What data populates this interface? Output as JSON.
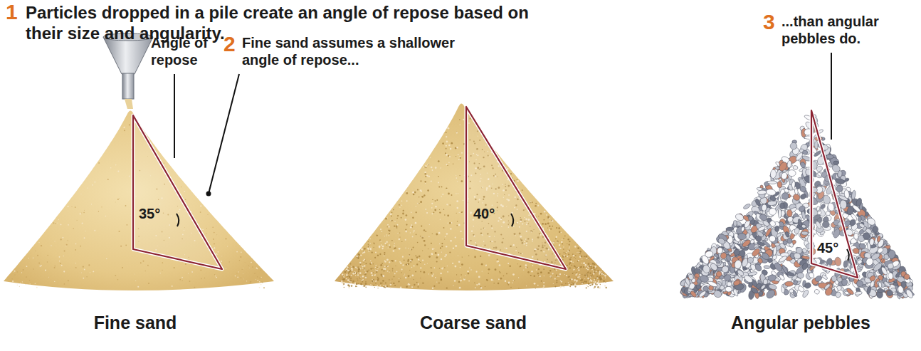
{
  "diagram": {
    "title": "Particles dropped in a pile create an angle of repose based on their size and angularity.",
    "labels": [
      "1",
      "Angle of repose",
      "2",
      "Fine sand assumes a shallower angle of repose...",
      "3",
      "...than angular pebbles do.",
      "35°",
      "40°",
      "45°",
      "Fine sand",
      "Coarse sand",
      "Angular pebbles"
    ]
  }
}
